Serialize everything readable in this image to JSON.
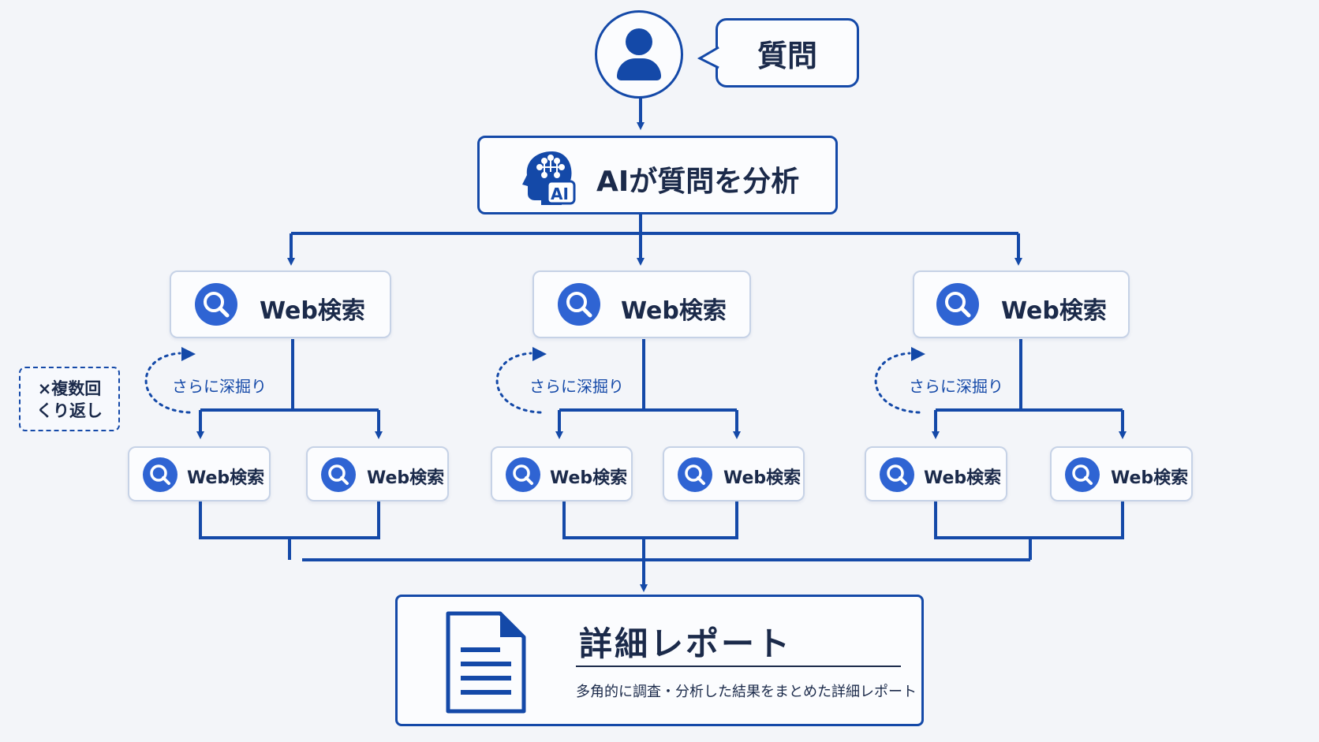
{
  "user": {
    "question_label": "質問"
  },
  "analysis": {
    "label": "AIが質問を分析",
    "ai_badge": "AI"
  },
  "search": {
    "main_label": "Web検索",
    "sub_label": "Web検索",
    "deep_dig_label": "さらに深掘り"
  },
  "repeat_note": {
    "line1": "×複数回",
    "line2": "くり返し"
  },
  "report": {
    "title": "詳細レポート",
    "description": "多角的に調査・分析した結果をまとめた詳細レポート"
  },
  "colors": {
    "primary": "#1449a8",
    "icon_blue": "#2f64d3",
    "light_border": "#c6d2e6"
  }
}
